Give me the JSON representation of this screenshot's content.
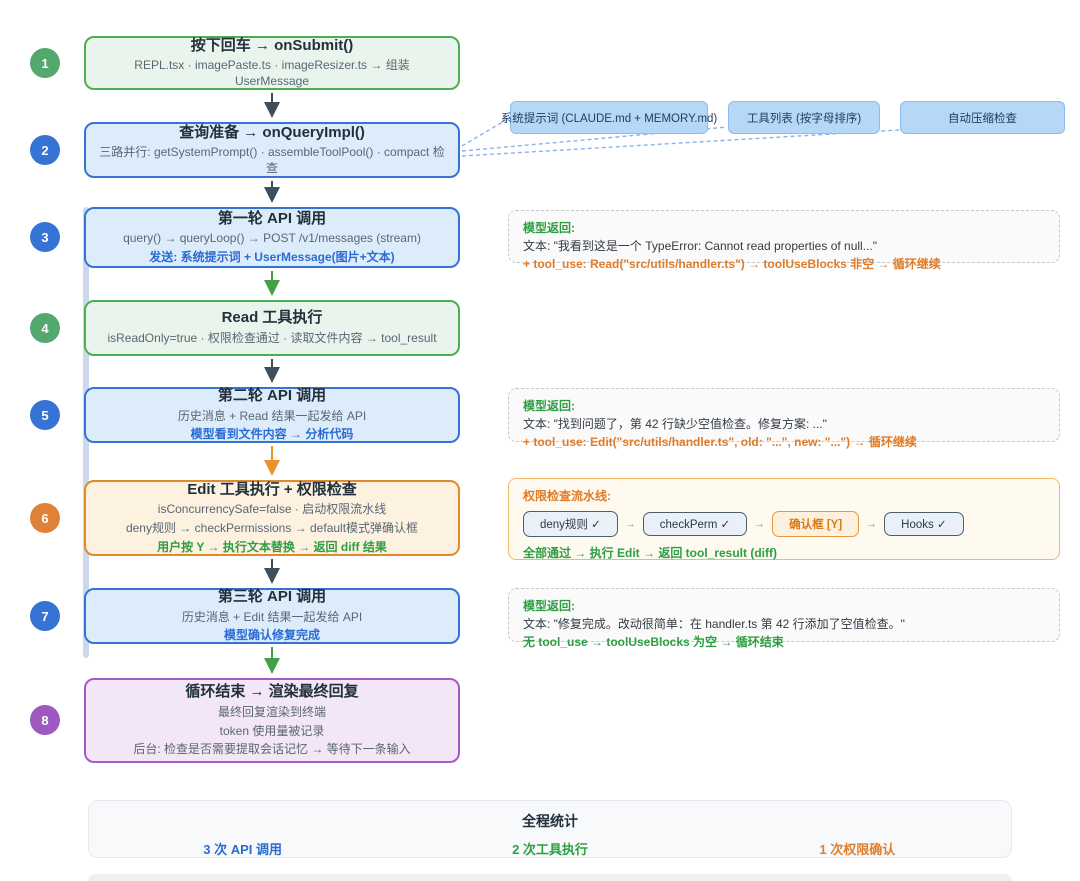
{
  "colors": {
    "blue": "#3574d4",
    "green": "#4caf50",
    "orange": "#e08a2e",
    "purple": "#a35cc5",
    "accent_blue_text": "#2b6cd4",
    "accent_green_text": "#2e9e44",
    "accent_orange_text": "#e07b28",
    "arrow_dark": "#3d4f5c",
    "loop_bar": "#ccd9ec"
  },
  "steps": [
    {
      "num": "1",
      "title": "按下回车 → onSubmit()",
      "sub1": "REPL.tsx · imagePaste.ts · imageResizer.ts → 组装 UserMessage"
    },
    {
      "num": "2",
      "title": "查询准备 → onQueryImpl()",
      "sub1": "三路并行: getSystemPrompt() · assembleToolPool() · compact 检查"
    },
    {
      "num": "3",
      "title": "第一轮 API 调用",
      "sub1": "query() → queryLoop() → POST /v1/messages (stream)",
      "accent": "发送: 系统提示词 + UserMessage(图片+文本)"
    },
    {
      "num": "4",
      "title": "Read 工具执行",
      "sub1": "isReadOnly=true · 权限检查通过 · 读取文件内容 → tool_result"
    },
    {
      "num": "5",
      "title": "第二轮 API 调用",
      "sub1": "历史消息 + Read 结果一起发给 API",
      "accent": "模型看到文件内容 → 分析代码"
    },
    {
      "num": "6",
      "title": "Edit 工具执行 + 权限检查",
      "sub1": "isConcurrencySafe=false · 启动权限流水线",
      "sub2": "deny规则 → checkPermissions → default模式弹确认框",
      "accent": "用户按 Y → 执行文本替换 → 返回 diff 结果"
    },
    {
      "num": "7",
      "title": "第三轮 API 调用",
      "sub1": "历史消息 + Edit 结果一起发给 API",
      "accent": "模型确认修复完成"
    },
    {
      "num": "8",
      "title": "循环结束 → 渲染最终回复",
      "sub1": "最终回复渲染到终端",
      "sub2": "token 使用量被记录",
      "sub3": "后台: 检查是否需要提取会话记忆 → 等待下一条输入"
    }
  ],
  "parallel_tasks": {
    "items": [
      {
        "label": "系统提示词 (CLAUDE.md + MEMORY.md)"
      },
      {
        "label": "工具列表 (按字母排序)"
      },
      {
        "label": "自动压缩检查"
      }
    ]
  },
  "annotations": {
    "round1": {
      "label": "模型返回:",
      "text": "文本: \"我看到这是一个 TypeError: Cannot read properties of null...\"",
      "result": "+ tool_use: Read(\"src/utils/handler.ts\") → toolUseBlocks 非空 → 循环继续"
    },
    "round2": {
      "label": "模型返回:",
      "text": "文本: \"找到问题了，第 42 行缺少空值检查。修复方案: ...\"",
      "result": "+ tool_use: Edit(\"src/utils/handler.ts\", old: \"...\", new: \"...\") → 循环继续"
    },
    "permission": {
      "label": "权限检查流水线:",
      "arrow": "→",
      "chips": [
        {
          "label": "deny规则 ✓"
        },
        {
          "label": "checkPerm ✓"
        },
        {
          "label": "确认框 [Y]"
        },
        {
          "label": "Hooks ✓"
        }
      ],
      "result": "全部通过 → 执行 Edit → 返回 tool_result (diff)"
    },
    "round3": {
      "label": "模型返回:",
      "text": "文本: \"修复完成。改动很简单：在 handler.ts 第 42 行添加了空值检查。\"",
      "result": "无 tool_use → toolUseBlocks 为空 → 循环结束"
    }
  },
  "stats": {
    "title": "全程统计",
    "api_calls": "3 次 API 调用",
    "tool_runs": "2 次工具执行",
    "permission_confirms": "1 次权限确认"
  }
}
